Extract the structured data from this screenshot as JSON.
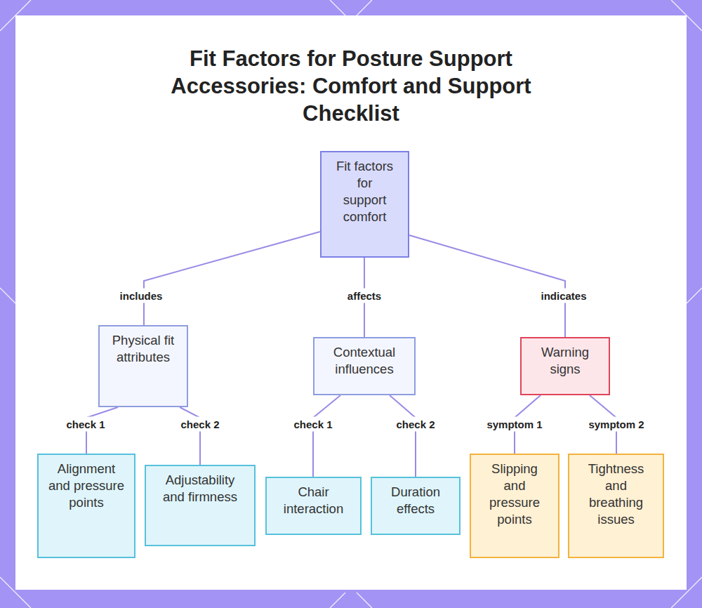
{
  "diagram": {
    "title": "Fit Factors for Posture Support Accessories: Comfort and Support Checklist",
    "nodes": [
      {
        "text": [
          "Fit factors for support comfort"
        ]
      },
      {
        "text": [
          "Physical fit attributes"
        ]
      },
      {
        "text": [
          "Contextual influences"
        ]
      },
      {
        "text": [
          "Warning signs"
        ]
      },
      {
        "text": [
          "Alignment and pressure points"
        ]
      },
      {
        "text": [
          "Adjustability and firmness"
        ]
      },
      {
        "text": [
          "Chair interaction"
        ]
      },
      {
        "text": [
          "Duration effects"
        ]
      },
      {
        "text": [
          "Slipping and pressure points"
        ]
      },
      {
        "text": [
          "Tightness and breathing issues"
        ]
      }
    ],
    "edges": [
      {
        "from": 0,
        "to": 1,
        "label": "includes",
        "arrow": "none"
      },
      {
        "from": 0,
        "to": 2,
        "label": "affects",
        "arrow": "none"
      },
      {
        "from": 0,
        "to": 3,
        "label": "indicates",
        "arrow": "none"
      },
      {
        "from": 1,
        "to": 4,
        "label": "check 1",
        "arrow": "none"
      },
      {
        "from": 1,
        "to": 5,
        "label": "check 2",
        "arrow": "none"
      },
      {
        "from": 2,
        "to": 6,
        "label": "check 1",
        "arrow": "none"
      },
      {
        "from": 2,
        "to": 7,
        "label": "check 2",
        "arrow": "none"
      },
      {
        "from": 3,
        "to": 8,
        "label": "symptom 1",
        "arrow": "none"
      },
      {
        "from": 3,
        "to": 9,
        "label": "symptom 2",
        "arrow": "none"
      }
    ]
  }
}
